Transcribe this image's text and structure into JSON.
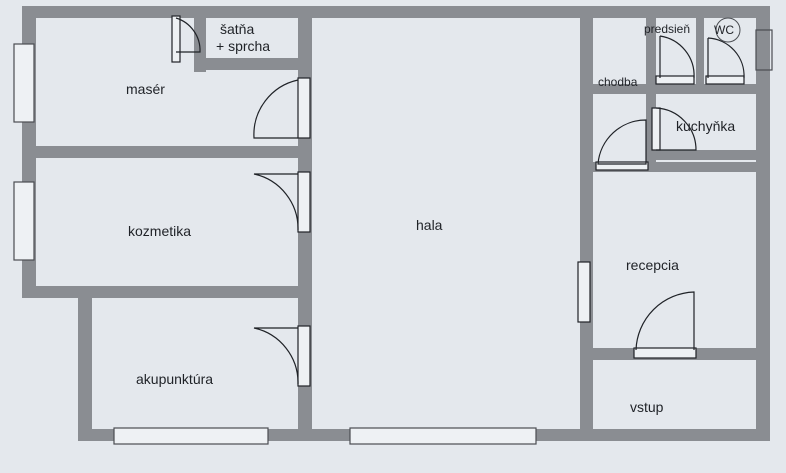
{
  "plan": {
    "colors": {
      "paper": "#e4e8ed",
      "wall": "#8a8d92",
      "ink": "#1f2227",
      "line": "#4a4d52"
    },
    "rooms": {
      "maser": "masér",
      "satna_line1": "šatňa",
      "satna_line2": "+ sprcha",
      "kozmetika": "kozmetika",
      "akupunktura": "akupunktúra",
      "hala": "hala",
      "chodba": "chodba",
      "predsien": "predsieň",
      "wc": "WC",
      "kuchynka": "kuchyňka",
      "recepcia": "recepcia",
      "vstup": "vstup"
    }
  }
}
